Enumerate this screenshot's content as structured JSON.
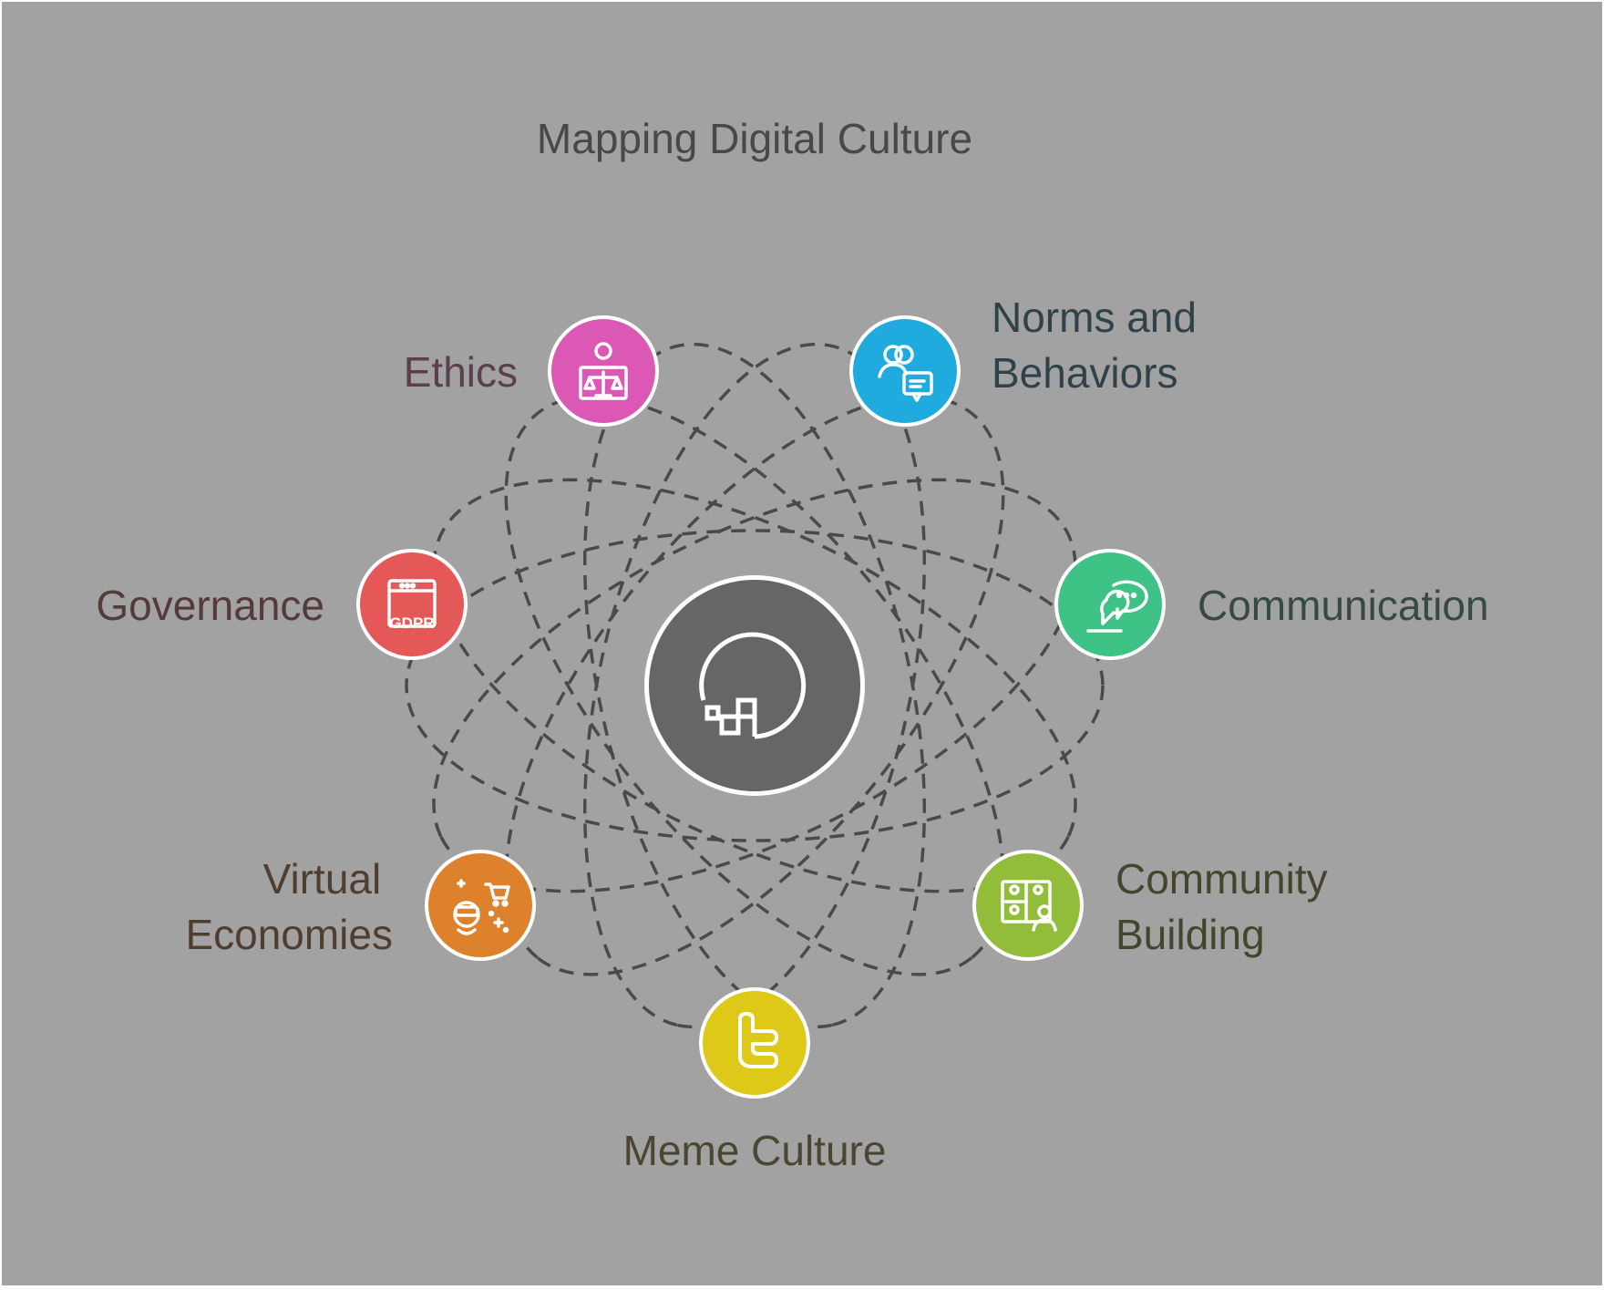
{
  "diagram": {
    "title": "Mapping Digital Culture",
    "title_color": "#484848",
    "background_color": "#a2a2a2",
    "center_color": "#666666",
    "center_icon": "digitalocean-logo-icon",
    "line_color": "#4a4a4a",
    "nodes": [
      {
        "id": "ethics",
        "label_lines": [
          "Ethics"
        ],
        "color": "#dc58b5",
        "label_color": "#5b3f4f",
        "icon": "ethics-scale-icon"
      },
      {
        "id": "norms",
        "label_lines": [
          "Norms and",
          "Behaviors"
        ],
        "color": "#20abde",
        "label_color": "#2f4149",
        "icon": "people-chat-icon"
      },
      {
        "id": "communication",
        "label_lines": [
          "Communication"
        ],
        "color": "#3fc285",
        "label_color": "#364a41",
        "icon": "person-speech-bubble-icon"
      },
      {
        "id": "community",
        "label_lines": [
          "Community",
          "Building"
        ],
        "color": "#92bd3a",
        "label_color": "#45452e",
        "icon": "community-grid-icon"
      },
      {
        "id": "meme",
        "label_lines": [
          "Meme Culture"
        ],
        "color": "#dfc918",
        "label_color": "#4a4631",
        "icon": "twitter-t-icon"
      },
      {
        "id": "economies",
        "label_lines": [
          "Virtual",
          "Economies"
        ],
        "color": "#de812c",
        "label_color": "#4f3e2e",
        "icon": "vr-shopping-icon"
      },
      {
        "id": "governance",
        "label_lines": [
          "Governance"
        ],
        "color": "#e45858",
        "label_color": "#553a3a",
        "icon": "gdpr-browser-icon",
        "icon_text": "GDPR"
      }
    ]
  }
}
